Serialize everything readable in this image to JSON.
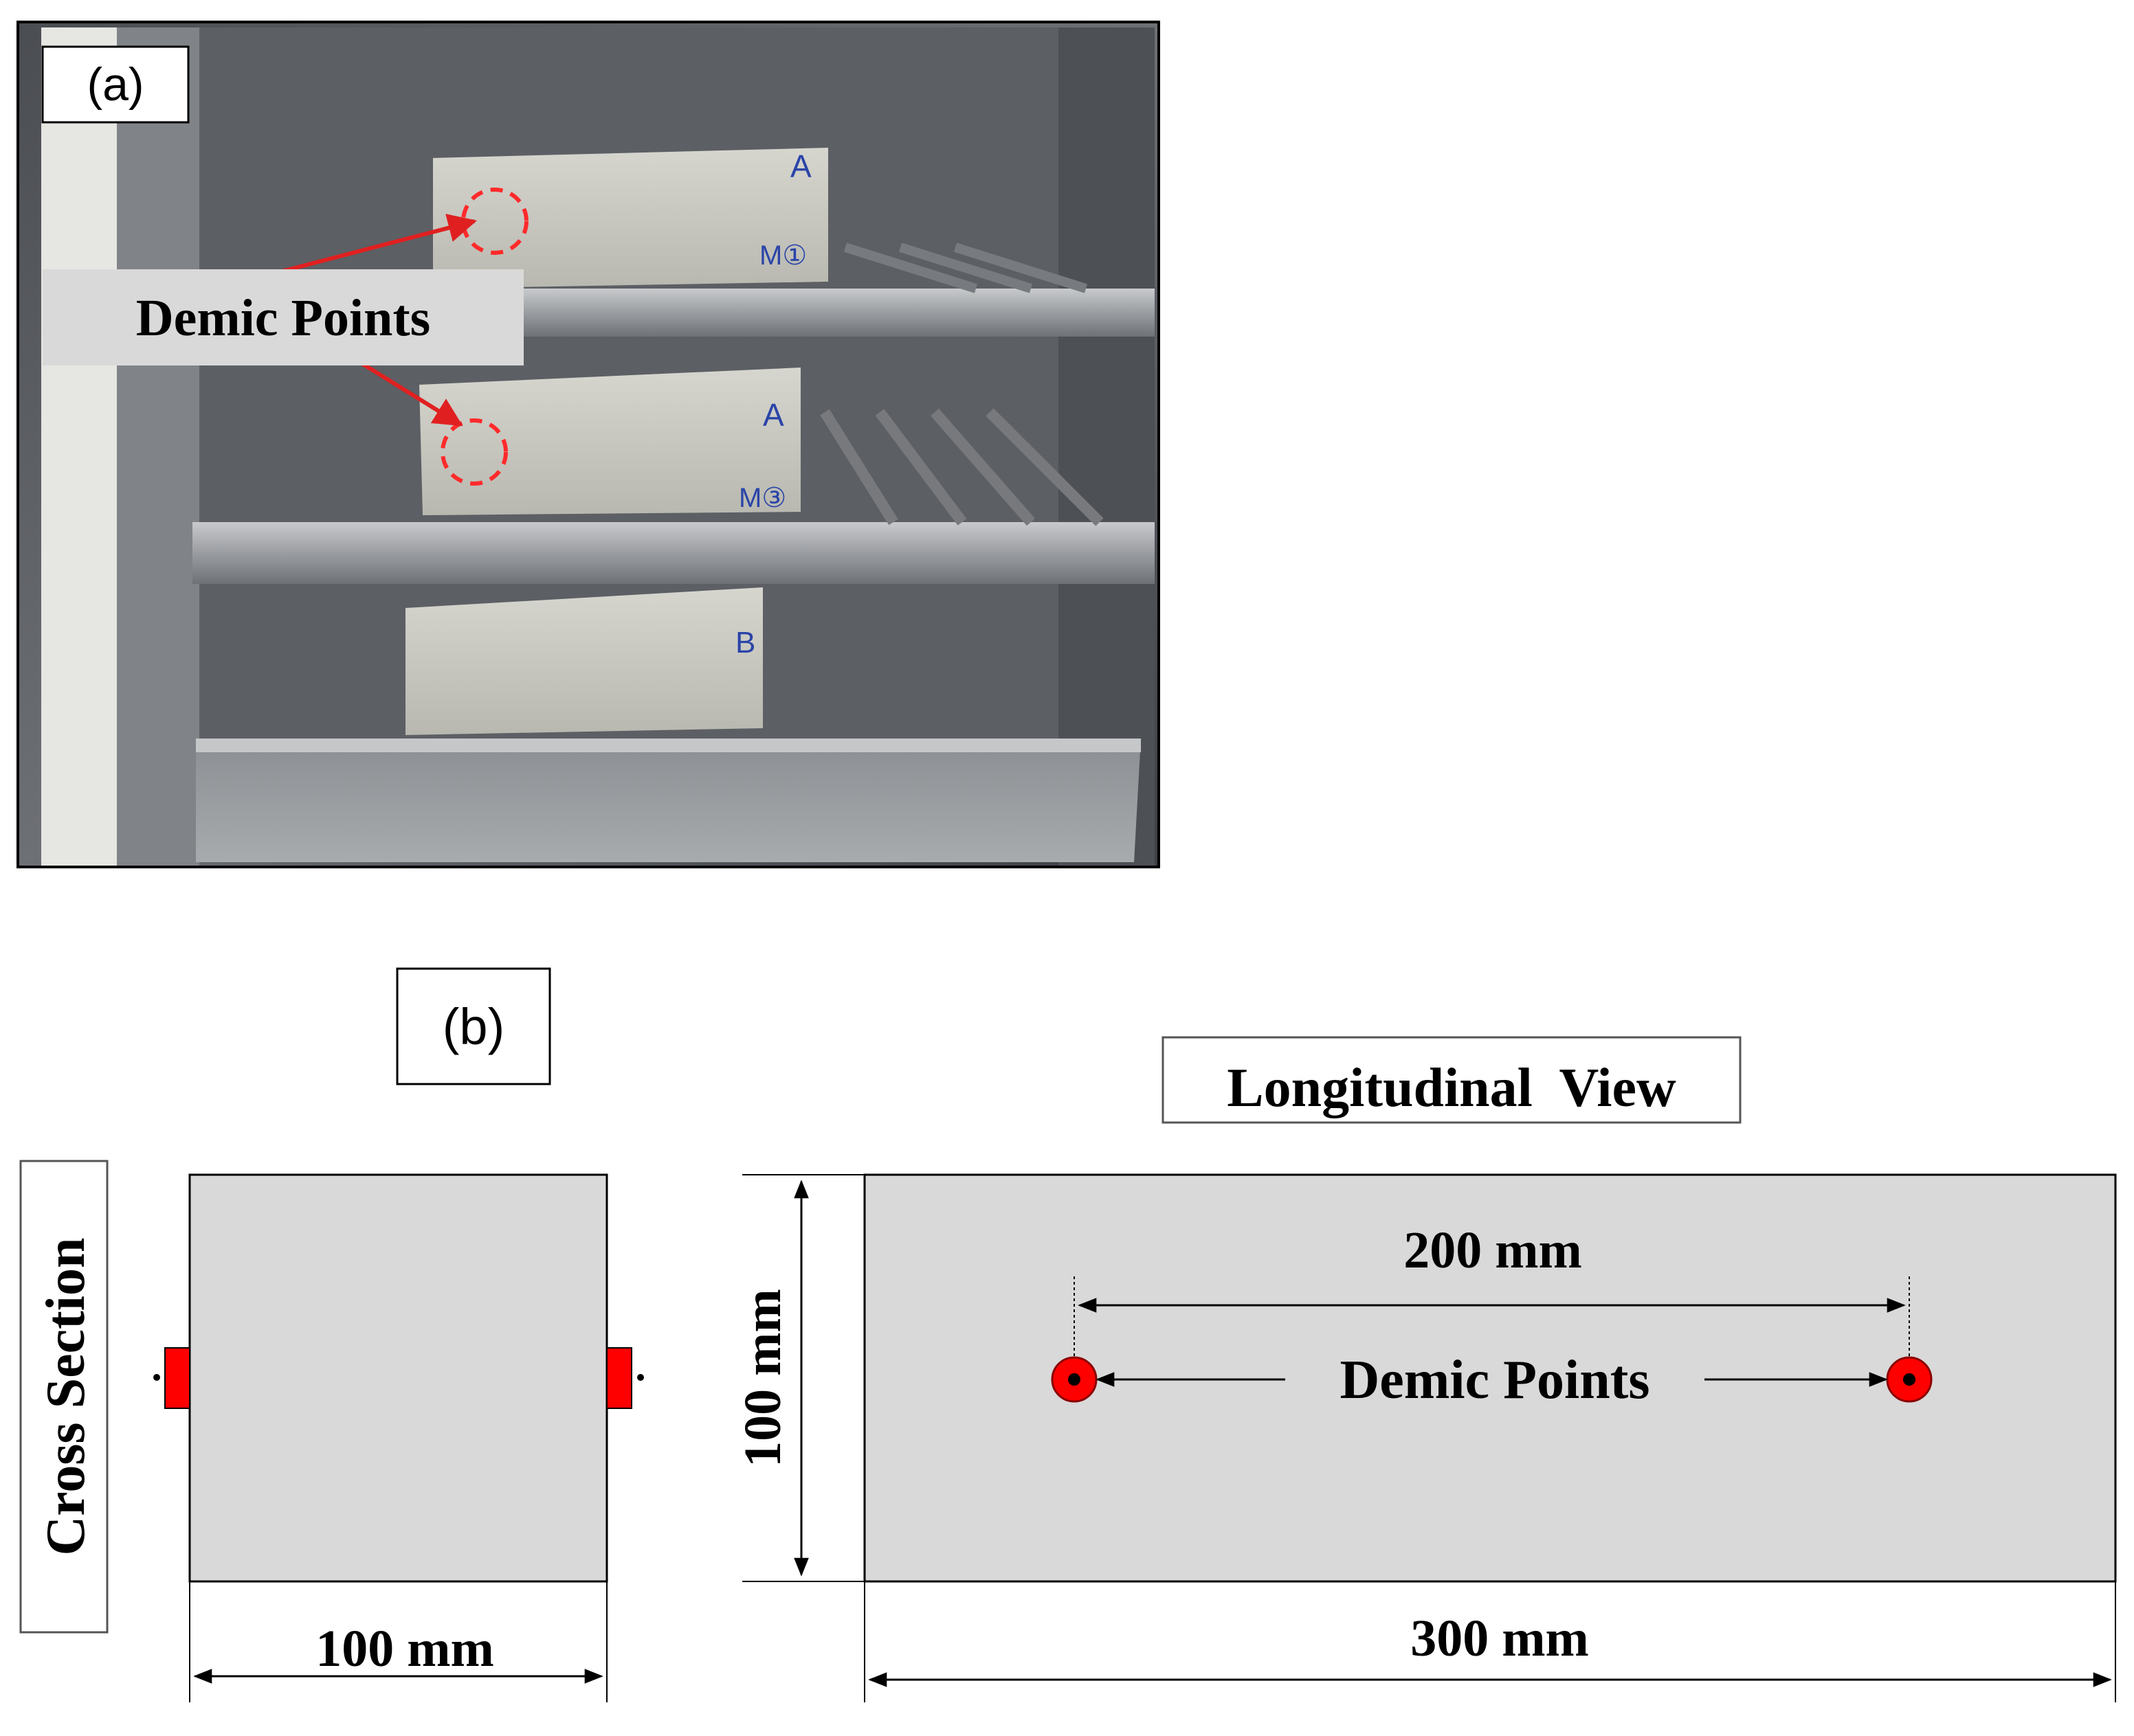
{
  "panel_a": {
    "label": "(a)",
    "callout": "Demic Points",
    "specimen_marks": {
      "top_id": "A",
      "top_mark": "M①",
      "middle_id": "A",
      "middle_mark": "M③",
      "bottom_id": "B"
    }
  },
  "panel_b": {
    "label": "(b)",
    "cross_section_title": "Cross Section",
    "cross_section_width": "100 mm",
    "longitudinal_title": "Longitudinal  View",
    "height_dim": "100 mm",
    "gauge_length": "200 mm",
    "length_dim": "300 mm",
    "points_label": "Demic Points"
  },
  "colors": {
    "specimen_fill": "#d9d9d9",
    "demec_point": "#ff0000",
    "callout_arrow": "#e02020",
    "callout_box": "#d9d9d9"
  }
}
